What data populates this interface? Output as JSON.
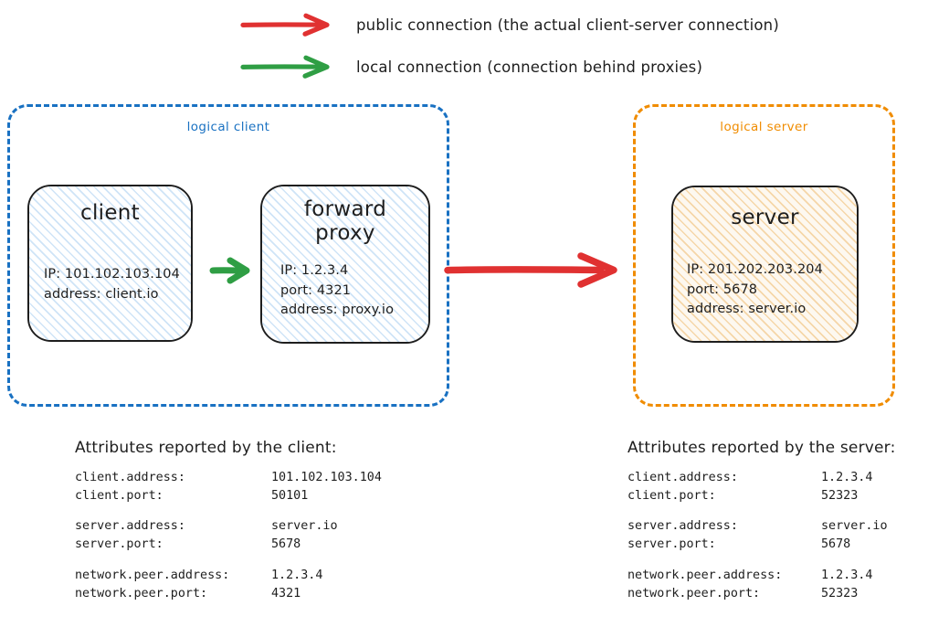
{
  "legend": {
    "items": [
      {
        "icon": "arrow-right-icon",
        "color": "#e03131",
        "label": "public connection (the actual client-server connection)"
      },
      {
        "icon": "arrow-right-icon",
        "color": "#2f9e44",
        "label": "local connection (connection behind proxies)"
      }
    ]
  },
  "zones": {
    "client": {
      "label": "logical client",
      "color": "#1971c2"
    },
    "server": {
      "label": "logical server",
      "color": "#f08c00"
    }
  },
  "nodes": {
    "client": {
      "title": "client",
      "lines": [
        "IP: 101.102.103.104",
        "address: client.io"
      ]
    },
    "proxy": {
      "title_line1": "forward",
      "title_line2": "proxy",
      "lines": [
        "IP: 1.2.3.4",
        "port: 4321",
        "address: proxy.io"
      ]
    },
    "server": {
      "title": "server",
      "lines": [
        "IP: 201.202.203.204",
        "port: 5678",
        "address: server.io"
      ]
    }
  },
  "arrows": {
    "client_to_proxy": {
      "kind": "local",
      "color": "#2f9e44"
    },
    "proxy_to_server": {
      "kind": "public",
      "color": "#e03131"
    }
  },
  "attributes": {
    "client": {
      "heading": "Attributes reported by the client:",
      "groups": [
        [
          {
            "key": "client.address:",
            "value": "101.102.103.104"
          },
          {
            "key": "client.port:",
            "value": "50101"
          }
        ],
        [
          {
            "key": "server.address:",
            "value": "server.io"
          },
          {
            "key": "server.port:",
            "value": "5678"
          }
        ],
        [
          {
            "key": "network.peer.address:",
            "value": "1.2.3.4"
          },
          {
            "key": "network.peer.port:",
            "value": "4321"
          }
        ]
      ]
    },
    "server": {
      "heading": "Attributes reported by the server:",
      "groups": [
        [
          {
            "key": "client.address:",
            "value": "1.2.3.4"
          },
          {
            "key": "client.port:",
            "value": "52323"
          }
        ],
        [
          {
            "key": "server.address:",
            "value": "server.io"
          },
          {
            "key": "server.port:",
            "value": "5678"
          }
        ],
        [
          {
            "key": "network.peer.address:",
            "value": "1.2.3.4"
          },
          {
            "key": "network.peer.port:",
            "value": "52323"
          }
        ]
      ]
    }
  }
}
